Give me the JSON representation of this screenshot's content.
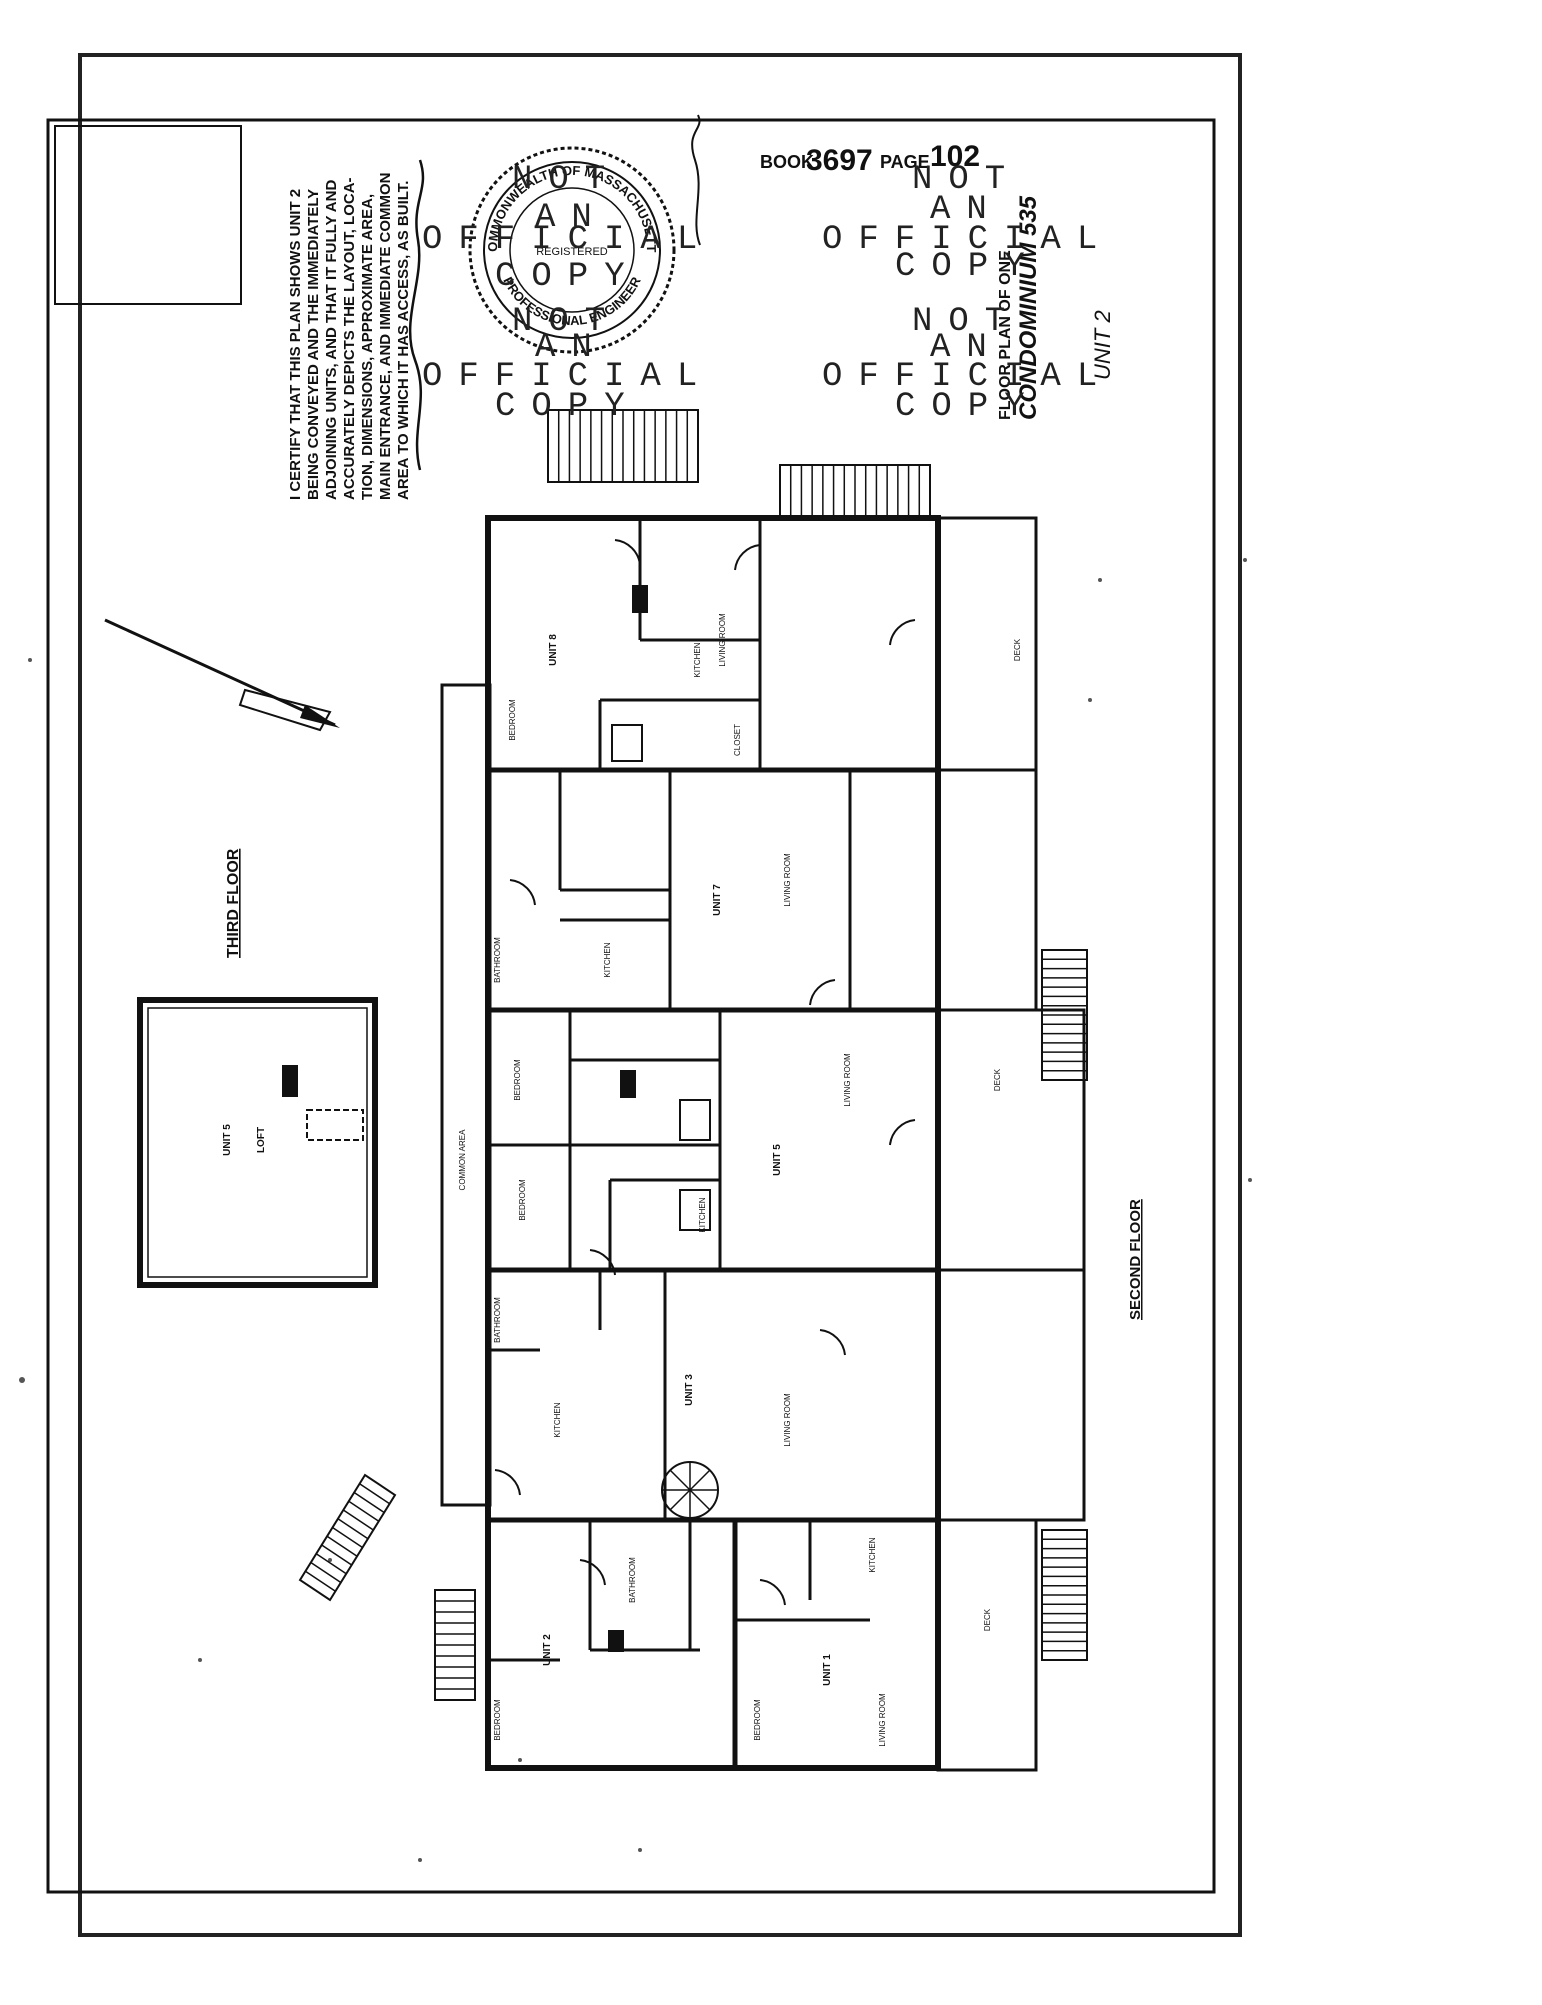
{
  "watermark": {
    "not": "NOT",
    "an": "AN",
    "official": "OFFICIAL",
    "copy": "COPY"
  },
  "recording": {
    "book_label": "BOOK",
    "book": "3697",
    "page_label": "PAGE",
    "page": "102"
  },
  "title_block": {
    "line1": "FLOOR PLAN OF ONE",
    "line2": "CONDOMINIUM 535",
    "line3": "UNIT 2"
  },
  "certification": {
    "lines": [
      "I CERTIFY THAT THIS PLAN SHOWS UNIT 2",
      "BEING CONVEYED AND THE IMMEDIATELY",
      "ADJOINING UNITS, AND THAT IT FULLY AND",
      "ACCURATELY DEPICTS THE LAYOUT, LOCA-",
      "TION, DIMENSIONS, APPROXIMATE AREA,",
      "MAIN ENTRANCE, AND IMMEDIATE COMMON",
      "AREA TO WHICH IT HAS ACCESS, AS BUILT."
    ]
  },
  "seal": {
    "ring_top": "COMMONWEALTH OF MASSACHUSETTS",
    "ring_bottom": "PROFESSIONAL ENGINEER",
    "center": "REGISTERED"
  },
  "floors": {
    "third": "THIRD FLOOR",
    "second": "SECOND FLOOR"
  },
  "loft": {
    "unit": "UNIT 5",
    "label": "LOFT"
  },
  "units": [
    {
      "name": "UNIT 8"
    },
    {
      "name": "UNIT 7"
    },
    {
      "name": "UNIT 5"
    },
    {
      "name": "UNIT 3"
    },
    {
      "name": "UNIT 2"
    },
    {
      "name": "UNIT 1"
    }
  ],
  "rooms": {
    "living": "LIVING ROOM",
    "bedroom": "BEDROOM",
    "kitchen": "KITCHEN",
    "bathroom": "BATHROOM",
    "closet": "CLOSET",
    "deck": "DECK",
    "common": "COMMON AREA"
  },
  "colors": {
    "ink": "#111111",
    "paper": "#ffffff"
  }
}
